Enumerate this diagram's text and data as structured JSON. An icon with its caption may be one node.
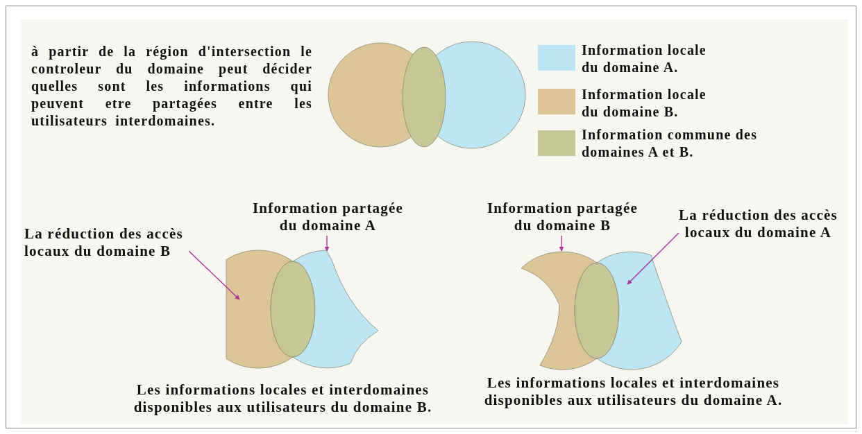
{
  "diagram": {
    "nodes": [
      {
        "text": [
          "La réduction des accès locaux du domaine B"
        ]
      },
      {
        "text": [
          "Information partagée du domaine A"
        ]
      },
      {
        "text": [],
        "shape": "circle"
      },
      {
        "text": [],
        "shape": "ellipse"
      },
      {
        "text": [],
        "shape": "circle"
      },
      {
        "text": [
          "Information partagée du domaine B"
        ]
      },
      {
        "text": [
          "La réduction des accès locaux du domaine A"
        ]
      },
      {
        "text": [],
        "shape": "circle"
      },
      {
        "text": [],
        "shape": "ellipse"
      },
      {
        "text": [],
        "shape": "circle"
      }
    ],
    "edges": [
      {
        "from": 0,
        "to": 2,
        "arrow": "to"
      },
      {
        "from": 1,
        "to": 4,
        "arrow": "to"
      },
      {
        "from": 5,
        "to": 7,
        "arrow": "to"
      },
      {
        "from": 6,
        "to": 9,
        "arrow": "to"
      }
    ],
    "labels": [
      "à partir de la région d'intersection le controleur du domaine peut décider quelles sont les informations qui peuvent etre partagées entre les utilisateurs interdomaines.",
      "Les informations locales et interdomaines disponibles aux utilisateurs du domaine B.",
      "Les informations locales et interdomaines disponibles aux utilisateurs du domaine A."
    ],
    "legend": [
      {
        "text": "Information locale du domaine A.",
        "color": "#bde6f5"
      },
      {
        "text": "Information locale du domaine B.",
        "color": "#dcc697"
      },
      {
        "text": "Information commune des domaines A et B.",
        "color": "#c5c794"
      }
    ]
  }
}
